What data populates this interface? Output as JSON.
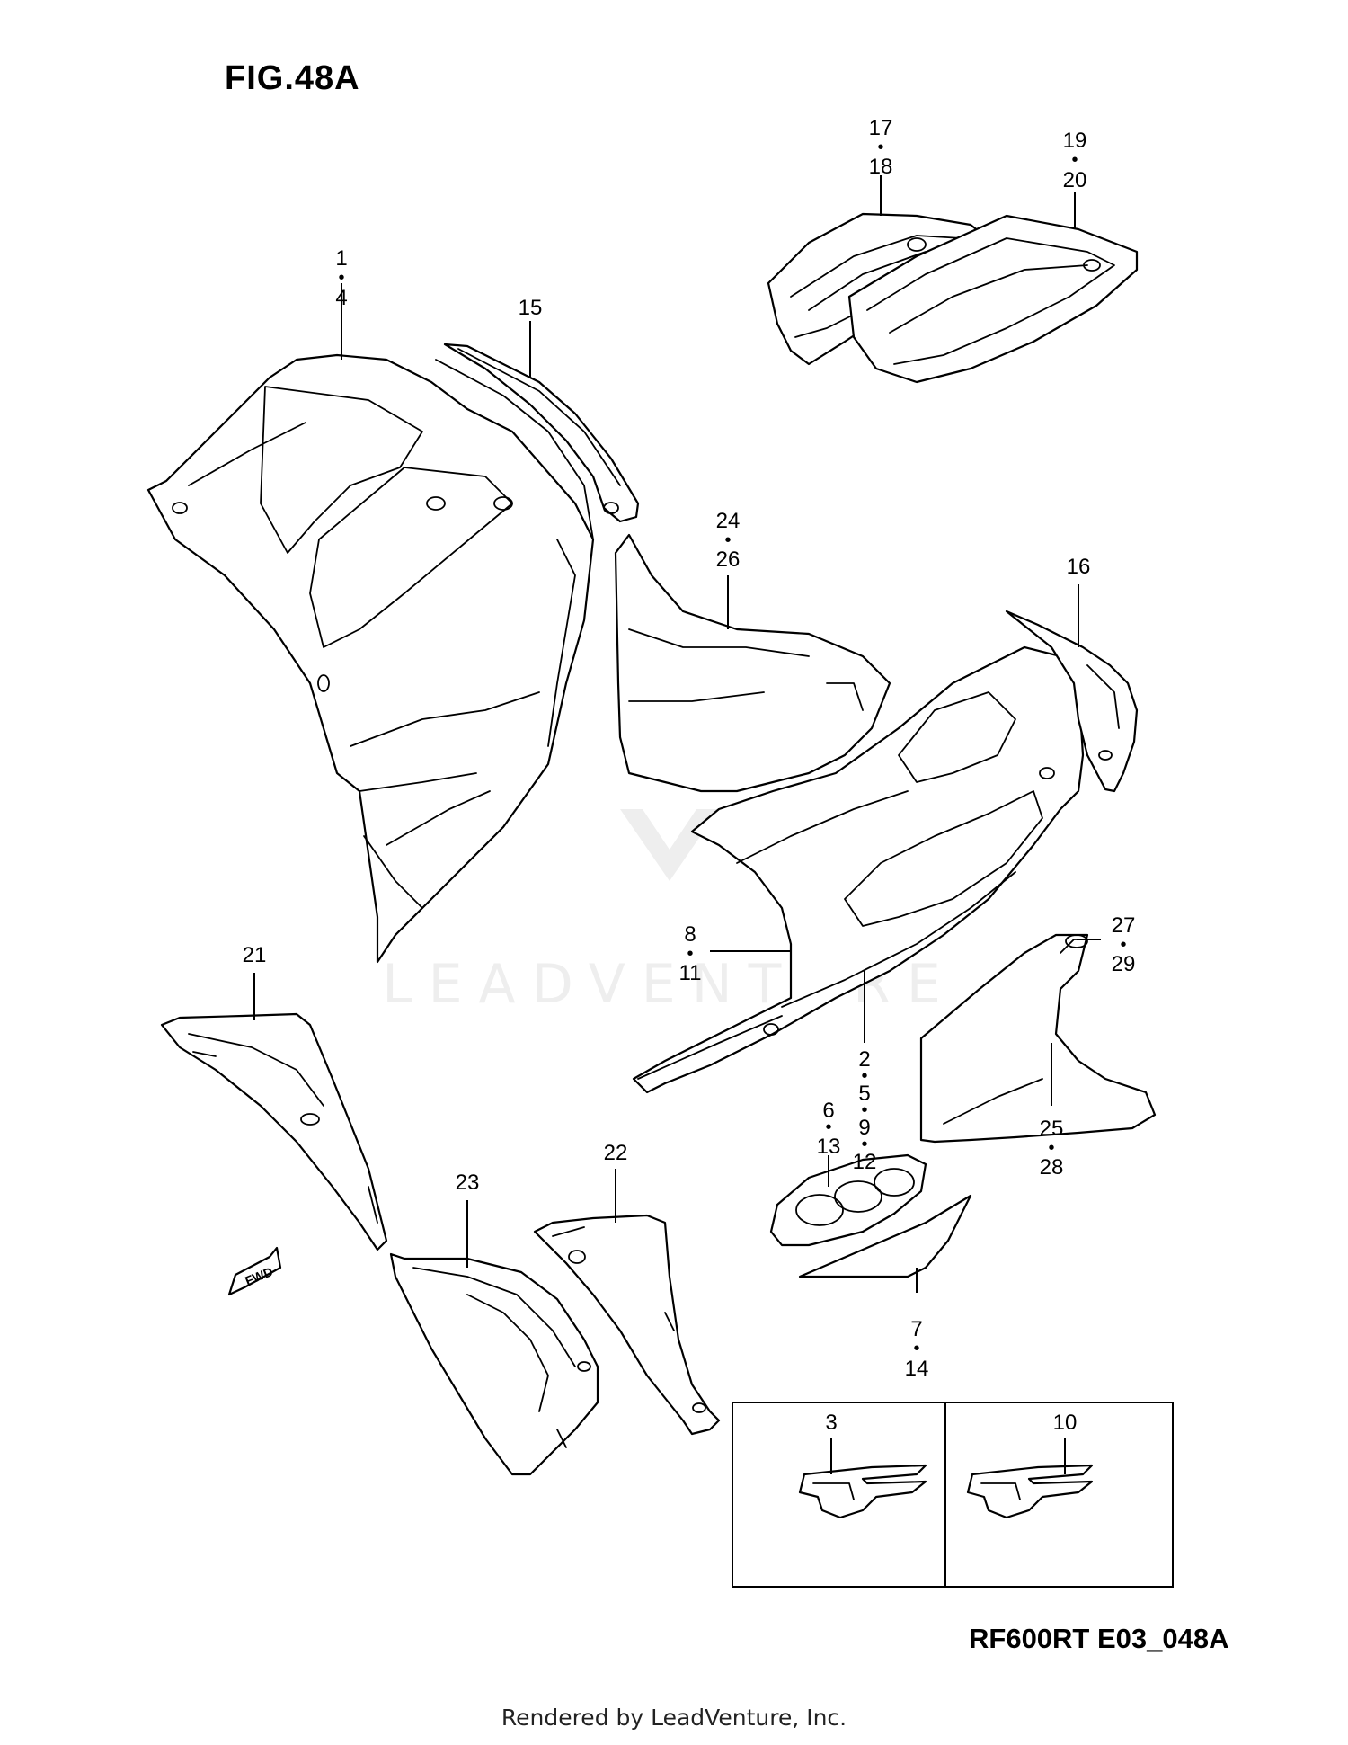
{
  "figure": {
    "title": "FIG.48A",
    "code": "RF600RT E03_048A"
  },
  "watermark": {
    "text": "LEADVENTURE"
  },
  "footer": {
    "text": "Rendered by LeadVenture, Inc."
  },
  "forward_marker": {
    "label": "FWD"
  },
  "callouts": [
    {
      "id": "c-1-4",
      "top": "1",
      "bottom": "4"
    },
    {
      "id": "c-15",
      "top": "15"
    },
    {
      "id": "c-17-18",
      "top": "17",
      "bottom": "18"
    },
    {
      "id": "c-19-20",
      "top": "19",
      "bottom": "20"
    },
    {
      "id": "c-24-26",
      "top": "24",
      "bottom": "26"
    },
    {
      "id": "c-16",
      "top": "16"
    },
    {
      "id": "c-27-29",
      "top": "27",
      "bottom": "29"
    },
    {
      "id": "c-8-11",
      "top": "8",
      "bottom": "11"
    },
    {
      "id": "c-2-5-9-12",
      "lines": [
        "2",
        "5",
        "9",
        "12"
      ]
    },
    {
      "id": "c-6-13",
      "top": "6",
      "bottom": "13"
    },
    {
      "id": "c-25-28",
      "top": "25",
      "bottom": "28"
    },
    {
      "id": "c-21",
      "top": "21"
    },
    {
      "id": "c-22",
      "top": "22"
    },
    {
      "id": "c-23",
      "top": "23"
    },
    {
      "id": "c-7-14",
      "top": "7",
      "bottom": "14"
    },
    {
      "id": "c-3",
      "top": "3"
    },
    {
      "id": "c-10",
      "top": "10"
    }
  ]
}
